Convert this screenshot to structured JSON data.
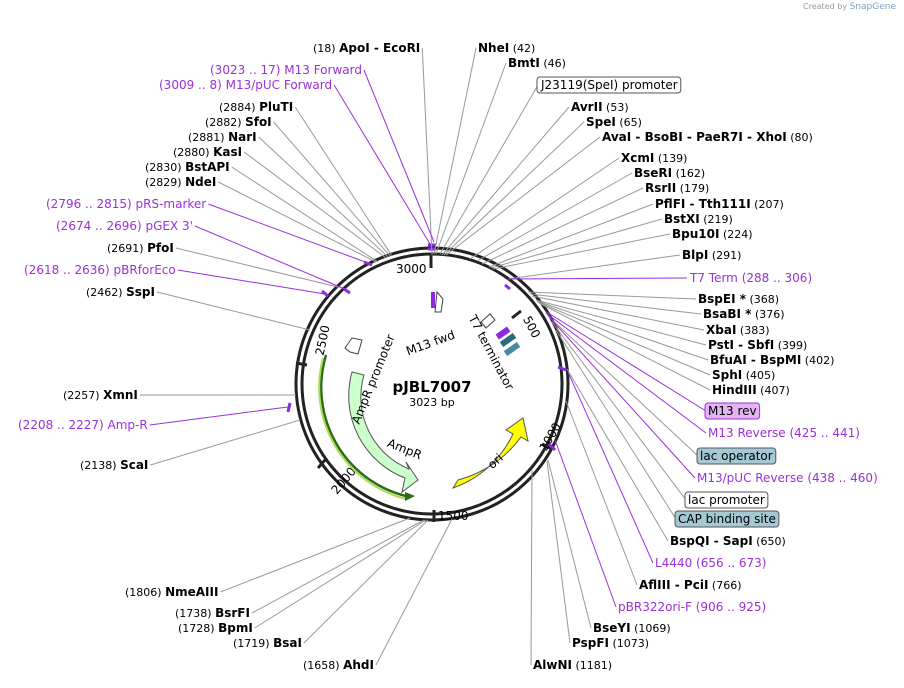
{
  "header": {
    "created_by": "Created by",
    "brand": "SnapGene"
  },
  "plasmid": {
    "name": "pJBL7007",
    "length": "3023 bp",
    "ticks": [
      "3000",
      "500",
      "1000",
      "1500",
      "2000",
      "2500"
    ]
  },
  "inner_features": {
    "m13_fwd": "M13 fwd",
    "t7_term": "T7 terminator",
    "ampr_promoter": "AmpR promoter",
    "ampr": "AmpR",
    "ori": "ori"
  },
  "colors": {
    "feature_label": "#9b30d9",
    "ampr_fill": "#ccffcc",
    "ori_fill": "#ffff00",
    "box_fill": "#a4c8d6",
    "m13rev_fill": "#e3b3f2"
  },
  "labels": [
    {
      "pos": "(18)",
      "name": "ApoI",
      "name2": "EcoRI"
    },
    {
      "pos": "(42)",
      "name": "NheI"
    },
    {
      "pos": "(46)",
      "name": "BmtI"
    },
    {
      "text": "J23119(SpeI) promoter"
    },
    {
      "pos": "(53)",
      "name": "AvrII"
    },
    {
      "pos": "(65)",
      "name": "SpeI"
    },
    {
      "pos": "(80)",
      "name": "AvaI",
      "name2": "BsoBI",
      "name3": "PaeR7I",
      "name4": "XhoI"
    },
    {
      "pos": "(139)",
      "name": "XcmI"
    },
    {
      "pos": "(162)",
      "name": "BseRI"
    },
    {
      "pos": "(179)",
      "name": "RsrII"
    },
    {
      "pos": "(207)",
      "name": "PflFI",
      "name2": "Tth111I"
    },
    {
      "pos": "(219)",
      "name": "BstXI"
    },
    {
      "pos": "(224)",
      "name": "Bpu10I"
    },
    {
      "pos": "(291)",
      "name": "BlpI"
    },
    {
      "text": "T7 Term",
      "range": "(288 .. 306)"
    },
    {
      "pos": "(368)",
      "name": "BspEI *"
    },
    {
      "pos": "(376)",
      "name": "BsaBI *"
    },
    {
      "pos": "(383)",
      "name": "XbaI"
    },
    {
      "pos": "(399)",
      "name": "PstI",
      "name2": "SbfI"
    },
    {
      "pos": "(402)",
      "name": "BfuAI",
      "name2": "BspMI"
    },
    {
      "pos": "(405)",
      "name": "SphI"
    },
    {
      "pos": "(407)",
      "name": "HindIII"
    },
    {
      "text": "M13 rev"
    },
    {
      "text": "M13 Reverse",
      "range": "(425 .. 441)"
    },
    {
      "text": "lac operator"
    },
    {
      "text": "M13/pUC Reverse",
      "range": "(438 .. 460)"
    },
    {
      "text": "lac promoter"
    },
    {
      "text": "CAP binding site"
    },
    {
      "pos": "(650)",
      "name": "BspQI",
      "name2": "SapI"
    },
    {
      "text": "L4440",
      "range": "(656 .. 673)"
    },
    {
      "pos": "(766)",
      "name": "AflIII",
      "name2": "PciI"
    },
    {
      "text": "pBR322ori-F",
      "range": "(906 .. 925)"
    },
    {
      "pos": "(1069)",
      "name": "BseYI"
    },
    {
      "pos": "(1073)",
      "name": "PspFI"
    },
    {
      "pos": "(1181)",
      "name": "AlwNI"
    },
    {
      "pos": "(1658)",
      "name": "AhdI"
    },
    {
      "pos": "(1719)",
      "name": "BsaI"
    },
    {
      "pos": "(1728)",
      "name": "BpmI"
    },
    {
      "pos": "(1738)",
      "name": "BsrFI"
    },
    {
      "pos": "(1806)",
      "name": "NmeAIII"
    },
    {
      "pos": "(2138)",
      "name": "ScaI"
    },
    {
      "text": "Amp-R",
      "range": "(2208 .. 2227)"
    },
    {
      "pos": "(2257)",
      "name": "XmnI"
    },
    {
      "pos": "(2462)",
      "name": "SspI"
    },
    {
      "text": "pBRforEco",
      "range": "(2618 .. 2636)"
    },
    {
      "pos": "(2691)",
      "name": "PfoI"
    },
    {
      "text": "pGEX 3'",
      "range": "(2674 .. 2696)"
    },
    {
      "text": "pRS-marker",
      "range": "(2796 .. 2815)"
    },
    {
      "pos": "(2829)",
      "name": "NdeI"
    },
    {
      "pos": "(2830)",
      "name": "BstAPI"
    },
    {
      "pos": "(2880)",
      "name": "KasI"
    },
    {
      "pos": "(2881)",
      "name": "NarI"
    },
    {
      "pos": "(2882)",
      "name": "SfoI"
    },
    {
      "pos": "(2884)",
      "name": "PluTI"
    },
    {
      "text": "M13/pUC Forward",
      "range": "(3009 .. 8)"
    },
    {
      "text": "M13 Forward",
      "range": "(3023 .. 17)"
    }
  ]
}
